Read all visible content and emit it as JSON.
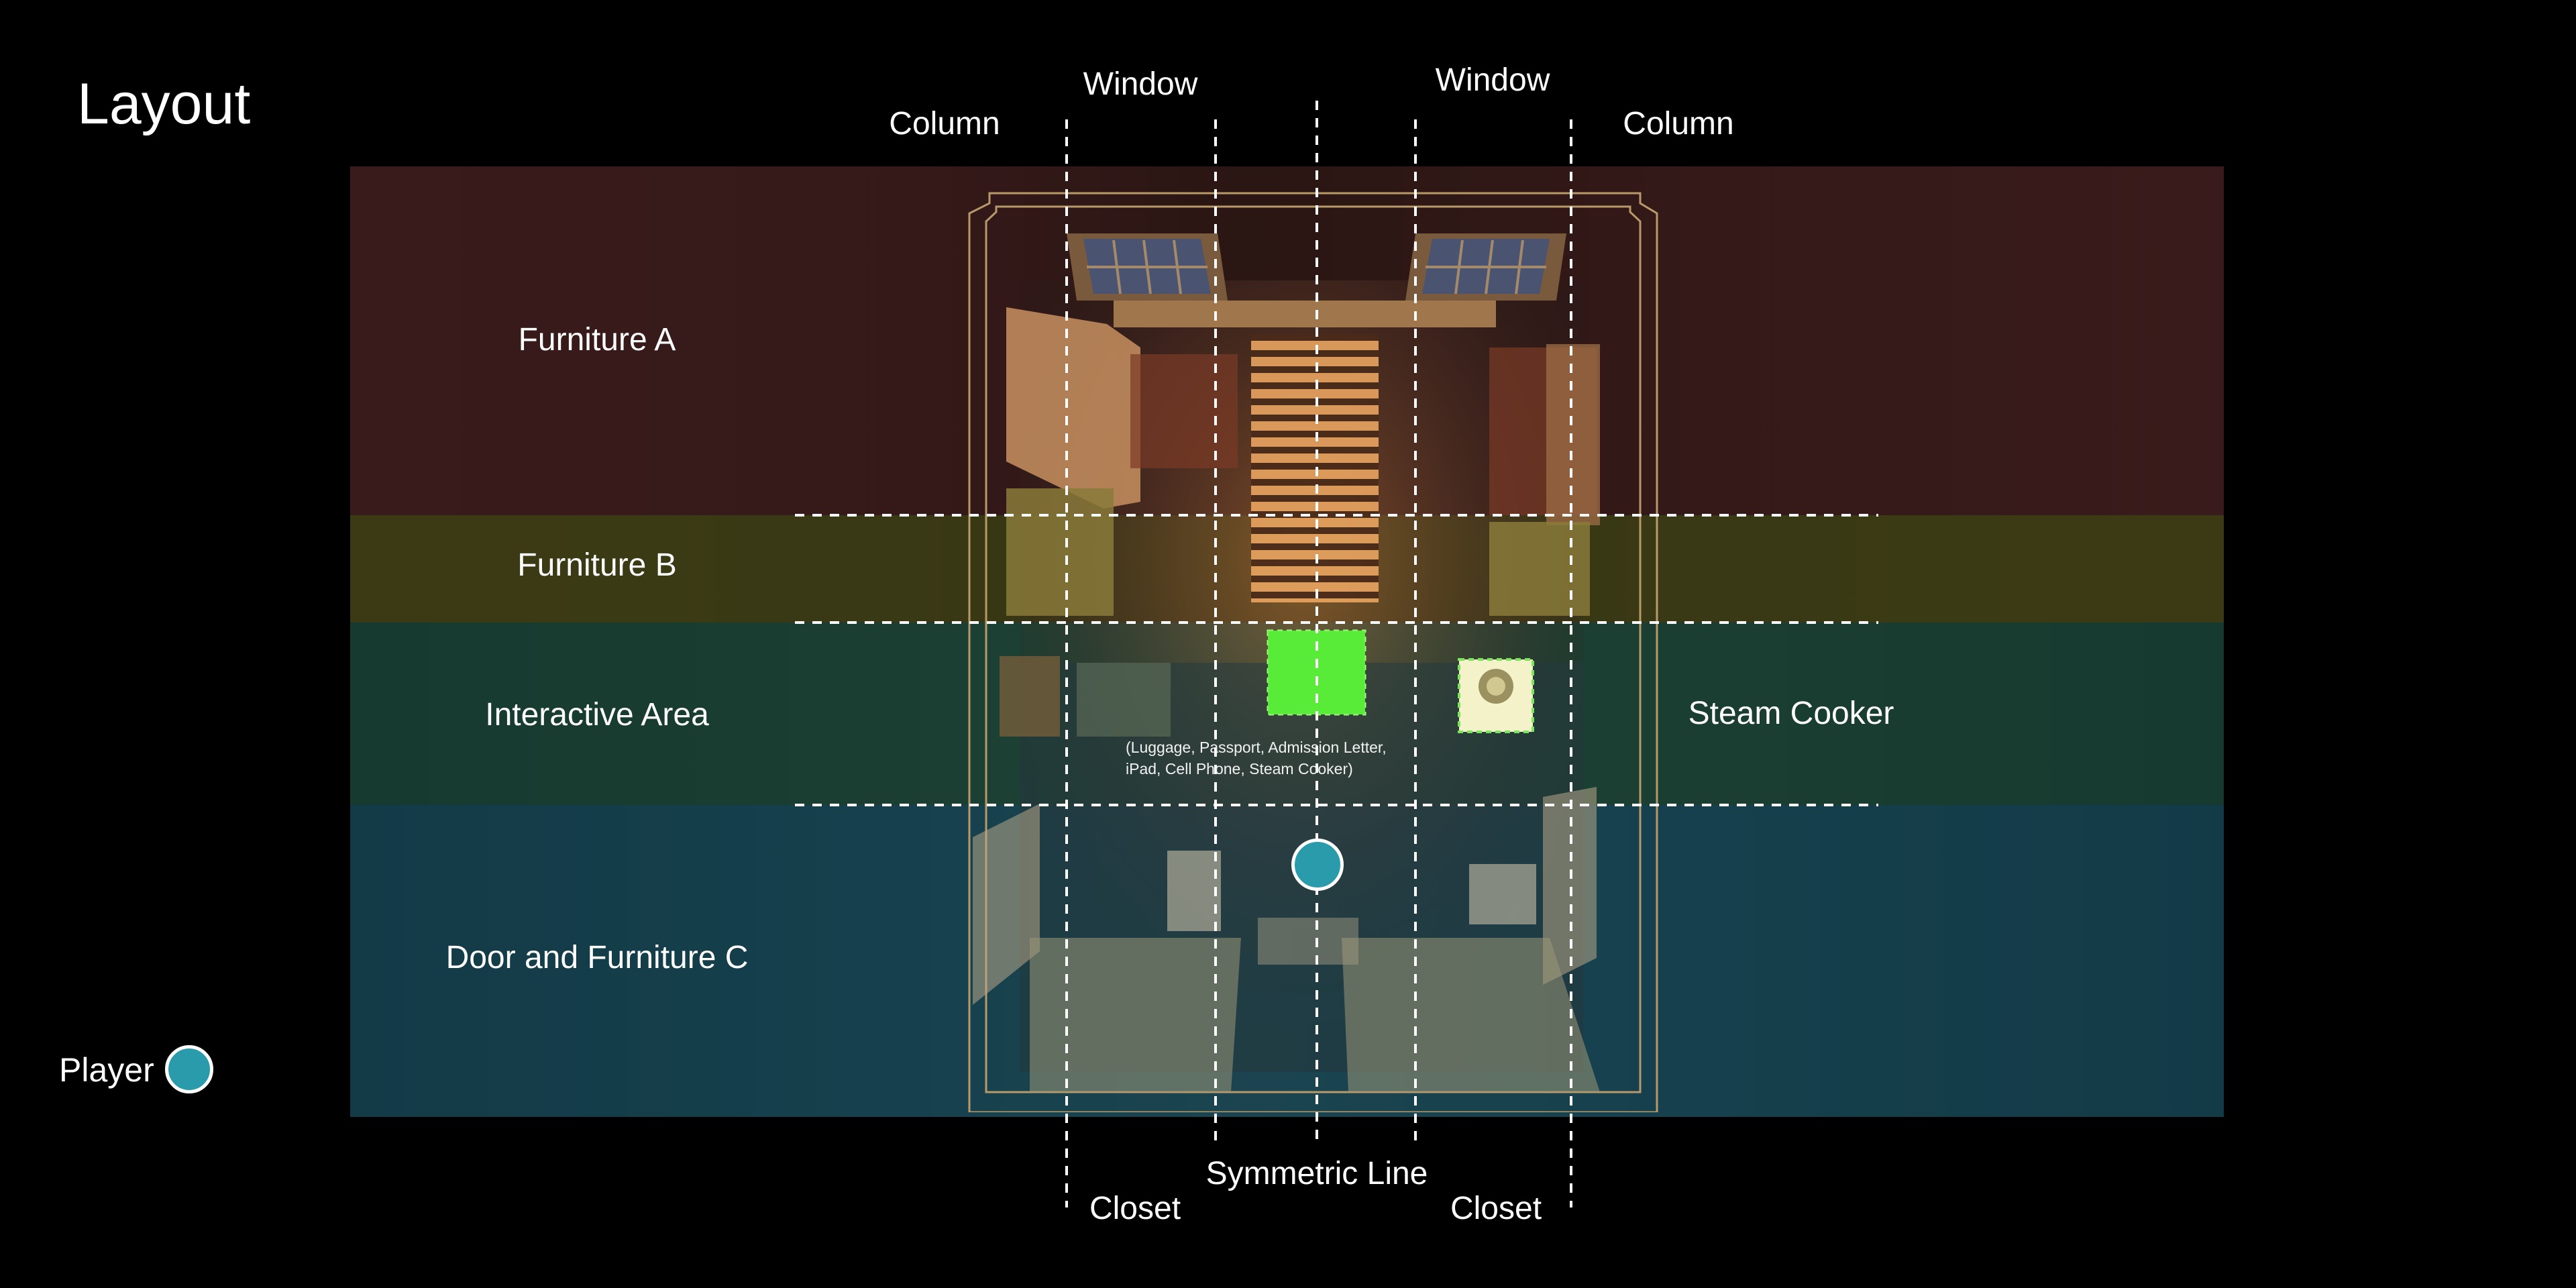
{
  "title": "Layout",
  "zones": {
    "furniture_a": "Furniture A",
    "furniture_b": "Furniture B",
    "interactive_area": "Interactive Area",
    "door_furniture_c": "Door and Furniture C",
    "steam_cooker": "Steam Cooker"
  },
  "columns": {
    "window_left": "Window",
    "window_right": "Window",
    "column_left": "Column",
    "column_right": "Column",
    "closet_left": "Closet",
    "closet_right": "Closet",
    "symmetric_line": "Symmetric Line"
  },
  "interactive_note": {
    "line1": "(Luggage, Passport, Admission Letter,",
    "line2": "iPad, Cell Phone,  Steam Cooker)"
  },
  "legend": {
    "player_label": "Player",
    "player_color": "#2a9bab"
  },
  "colors": {
    "background": "#000000",
    "furniture_a_band": "#3a1b1b",
    "furniture_b_band": "#3b3a14",
    "interactive_band": "#1a3e31",
    "door_band": "#16404d",
    "interactive_highlight": "#5cff3a",
    "guide_line": "#ffffff"
  }
}
